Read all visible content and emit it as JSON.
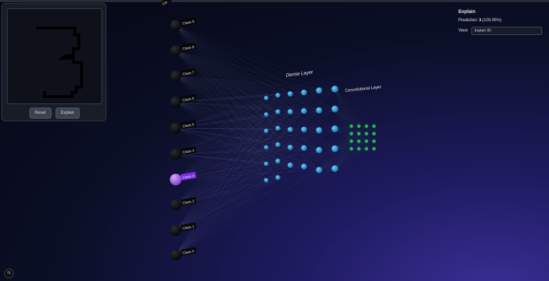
{
  "draw_panel": {
    "reset_label": "Reset",
    "explain_label": "Explain"
  },
  "explain": {
    "title": "Explain",
    "prediction_prefix": "Prediction:",
    "prediction_value": "3",
    "prediction_confidence": "(100.00%)",
    "view_label": "View:",
    "view_selected": "Explain 3D"
  },
  "network": {
    "dense_layer_label": "Dense Layer",
    "conv_layer_label": "Convolutional Layer",
    "top_partial_label": "Cla",
    "output_classes": [
      "Class 9",
      "Class 8",
      "Class 7",
      "Class 6",
      "Class 5",
      "Class 4",
      "Class 3",
      "Class 2",
      "Class 1",
      "Class 0"
    ],
    "predicted_class": "Class 3",
    "colors": {
      "dense_node": "#1f9bd8",
      "conv_node": "#22b94a",
      "active_node": "#a568d8",
      "active_label": "#7a2ee6"
    }
  },
  "logo_text": "N"
}
